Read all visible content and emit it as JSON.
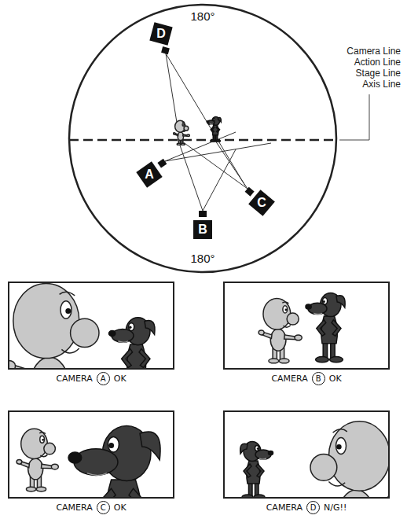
{
  "diagram": {
    "nodes": [
      {
        "text": [
          "180°",
          "180°"
        ]
      },
      {
        "text": [
          "D"
        ],
        "in": 0
      },
      {
        "text": [
          "A"
        ],
        "in": 0
      },
      {
        "text": [
          "C"
        ],
        "in": 0
      },
      {
        "text": [
          "B"
        ],
        "in": 0
      },
      {
        "text": [
          "CAMERA",
          "A",
          "OK"
        ]
      },
      {
        "text": [
          "CAMERA",
          "B",
          "OK"
        ]
      },
      {
        "text": [
          "CAMERA",
          "C",
          "OK"
        ]
      },
      {
        "text": [
          "CAMERA",
          "D",
          "N/G!!"
        ]
      }
    ],
    "labels": [
      "Camera Line",
      "Action Line",
      "Stage Line",
      "Axis Line"
    ]
  }
}
